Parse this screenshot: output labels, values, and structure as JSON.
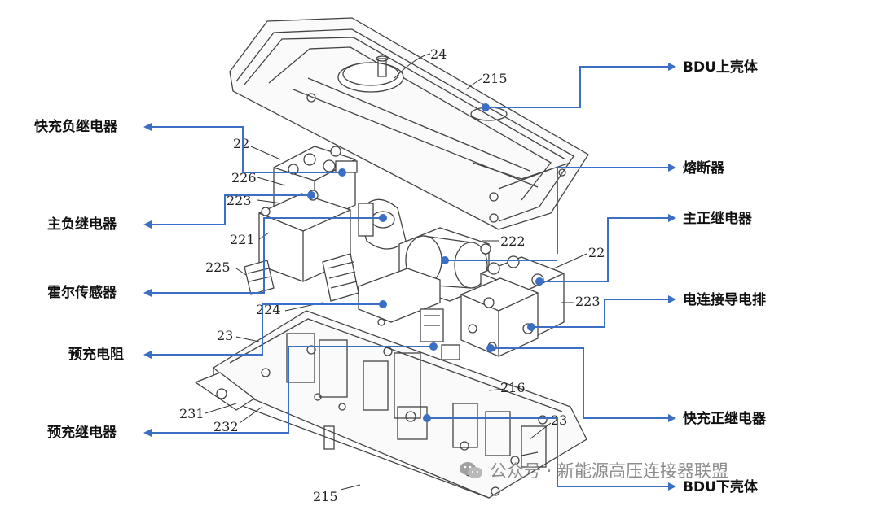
{
  "labels": {
    "bdu_upper_shell": "BDU上壳体",
    "fast_charge_negative_relay": "快充负继电器",
    "fuse": "熔断器",
    "main_negative_relay": "主负继电器",
    "main_positive_relay": "主正继电器",
    "hall_sensor": "霍尔传感器",
    "busbar": "电连接导电排",
    "precharge_resistor": "预充电阻",
    "fast_charge_positive_relay": "快充正继电器",
    "precharge_relay": "预充继电器",
    "bdu_lower_shell": "BDU下壳体"
  },
  "refs": {
    "r24": "24",
    "r215a": "215",
    "r22a": "22",
    "r226": "226",
    "r223a": "223",
    "r221": "221",
    "r222": "222",
    "r22b": "22",
    "r225": "225",
    "r223b": "223",
    "r224": "224",
    "r23a": "23",
    "r216": "216",
    "r231": "231",
    "r232": "232",
    "r23b": "23",
    "r215b": "215"
  },
  "watermark": "公众号 · 新能源高压连接器联盟",
  "colors": {
    "leader": "#3a6fc4",
    "line": "#444444"
  }
}
